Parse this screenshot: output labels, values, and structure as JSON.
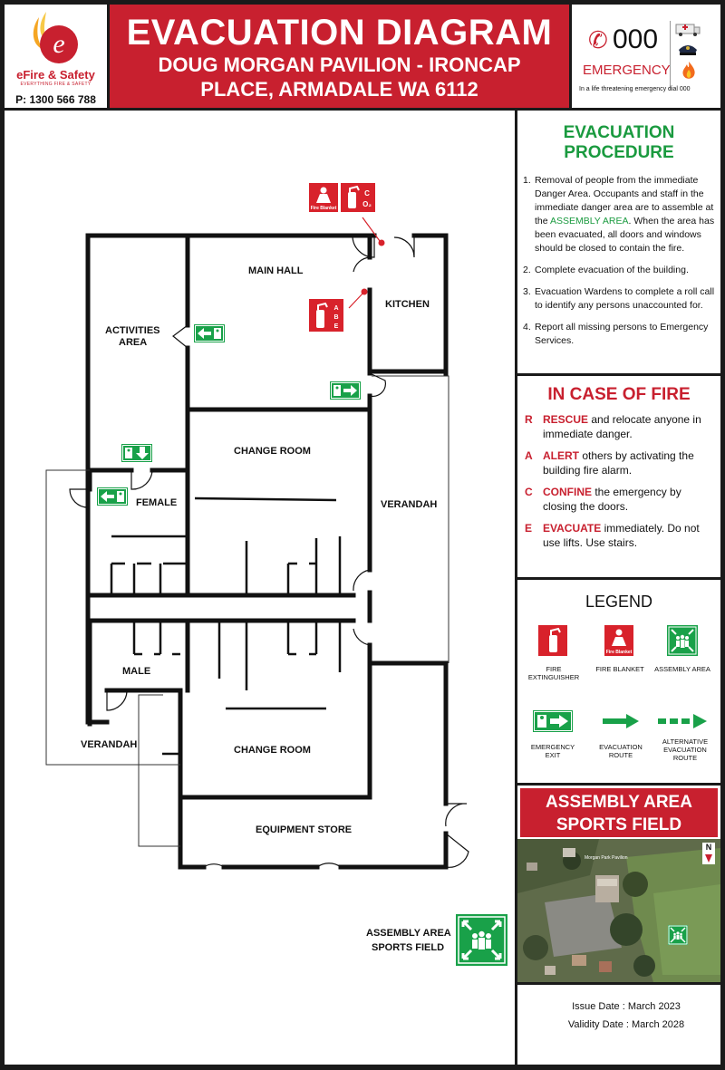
{
  "logo": {
    "brand": "eFire & Safety",
    "tagline": "EVERYTHING FIRE & SAFETY",
    "phone": "P: 1300 566 788"
  },
  "title": {
    "main": "EVACUATION DIAGRAM",
    "line1": "DOUG MORGAN PAVILION - IRONCAP",
    "line2": "PLACE, ARMADALE WA 6112"
  },
  "emergency": {
    "number": "000",
    "label": "EMERGENCY",
    "note": "In a life threatening emergency dial 000"
  },
  "plan": {
    "rooms": {
      "main_hall": "MAIN HALL",
      "kitchen": "KITCHEN",
      "activities_1": "ACTIVITIES",
      "activities_2": "AREA",
      "change_room_1": "CHANGE ROOM",
      "female": "FEMALE",
      "verandah_right": "VERANDAH",
      "male": "MALE",
      "verandah_left": "VERANDAH",
      "change_room_2": "CHANGE ROOM",
      "equipment_store": "EQUIPMENT STORE"
    },
    "assembly_label_1": "ASSEMBLY AREA",
    "assembly_label_2": "SPORTS FIELD",
    "extinguisher_top": "C O₂",
    "blanket_text": "Fire Blanket",
    "extinguisher_abe": "A B E"
  },
  "procedure": {
    "heading": "EVACUATION PROCEDURE",
    "items": [
      {
        "n": "1.",
        "pre": "Removal of people from the immediate Danger Area. Occupants and staff in the immediate danger area are to assemble at the ",
        "hl": "ASSEMBLY AREA",
        "post": ". When the area has been evacuated, all doors and windows should be closed to contain the fire."
      },
      {
        "n": "2.",
        "pre": "Complete evacuation of the building.",
        "hl": "",
        "post": ""
      },
      {
        "n": "3.",
        "pre": "Evacuation Wardens to complete a roll call to identify any persons unaccounted for.",
        "hl": "",
        "post": ""
      },
      {
        "n": "4.",
        "pre": "Report all missing persons to Emergency Services.",
        "hl": "",
        "post": ""
      }
    ]
  },
  "fire": {
    "heading": "IN CASE OF FIRE",
    "items": [
      {
        "letter": "R",
        "kw": "RESCUE",
        "text": " and relocate anyone in immediate danger."
      },
      {
        "letter": "A",
        "kw": "ALERT",
        "text": " others by activating the building fire alarm."
      },
      {
        "letter": "C",
        "kw": "CONFINE",
        "text": " the emergency by closing the doors."
      },
      {
        "letter": "E",
        "kw": "EVACUATE",
        "text": " immediately. Do not use lifts. Use stairs."
      }
    ]
  },
  "legend": {
    "heading": "LEGEND",
    "fire_extinguisher": "FIRE EXTINGUISHER",
    "fire_blanket": "FIRE BLANKET",
    "assembly_area": "ASSEMBLY AREA",
    "emergency_exit": "EMERGENCY EXIT",
    "evacuation_route": "EVACUATION ROUTE",
    "alt_route": "ALTERNATIVE EVACUATION ROUTE",
    "blanket_icon_text": "Fire Blanket"
  },
  "assembly": {
    "line1": "ASSEMBLY AREA",
    "line2": "SPORTS FIELD",
    "north": "N",
    "map_label": "Morgan Park Pavilion"
  },
  "dates": {
    "issue": "Issue Date : March 2023",
    "validity": "Validity Date : March 2028"
  },
  "colors": {
    "brand_red": "#c8202f",
    "safe_green": "#19a149"
  }
}
